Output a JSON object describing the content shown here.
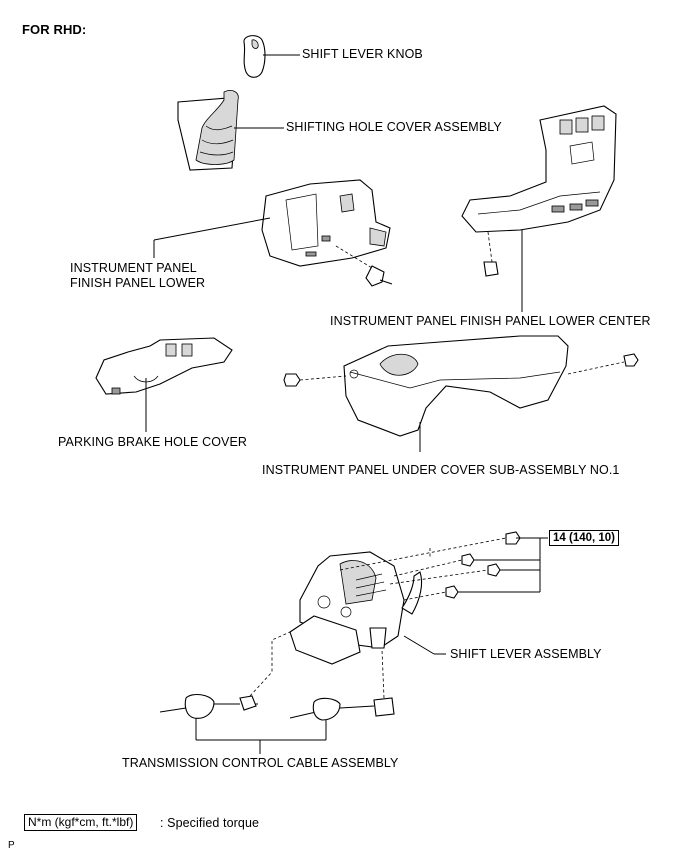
{
  "header": {
    "title": "FOR RHD:"
  },
  "labels": {
    "shift_lever_knob": "SHIFT LEVER KNOB",
    "shifting_hole_cover": "SHIFTING HOLE COVER ASSEMBLY",
    "ip_finish_panel_lower_1": "INSTRUMENT PANEL",
    "ip_finish_panel_lower_2": "FINISH PANEL LOWER",
    "ip_finish_panel_lower_center": "INSTRUMENT PANEL FINISH PANEL LOWER CENTER",
    "parking_brake_hole_cover": "PARKING BRAKE HOLE COVER",
    "ip_under_cover": "INSTRUMENT PANEL UNDER COVER SUB-ASSEMBLY NO.1",
    "torque_spec": "14 (140, 10)",
    "shift_lever_assembly": "SHIFT LEVER ASSEMBLY",
    "transmission_control_cable": "TRANSMISSION CONTROL CABLE ASSEMBLY"
  },
  "legend": {
    "unit_box": "N*m (kgf*cm, ft.*lbf)",
    "unit_desc": ": Specified torque"
  },
  "footer": {
    "code": "P"
  }
}
